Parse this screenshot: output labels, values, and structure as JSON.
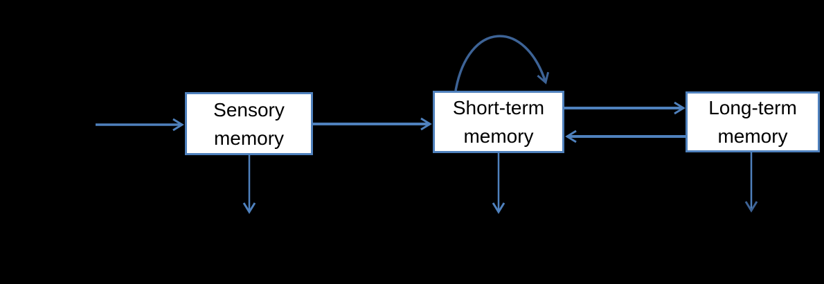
{
  "theme": {
    "bg": "#000000",
    "accent": "#4f81bd",
    "arc": "#3d6396",
    "node_fill": "#ffffff",
    "node_text": "#000000"
  },
  "diagram": {
    "type": "flow-diagram",
    "nodes": [
      {
        "id": "sensory-memory",
        "line1": "Sensory",
        "line2": "memory"
      },
      {
        "id": "short-term-memory",
        "line1": "Short-term",
        "line2": "memory"
      },
      {
        "id": "long-term-memory",
        "line1": "Long-term",
        "line2": "memory"
      }
    ],
    "edges": [
      {
        "id": "input-arrow",
        "from": "external-input",
        "to": "sensory-memory",
        "style": "straight-right"
      },
      {
        "id": "sensory-to-short-term-arrow",
        "from": "sensory-memory",
        "to": "short-term-memory",
        "style": "straight-right"
      },
      {
        "id": "short-term-to-long-term-arrow",
        "from": "short-term-memory",
        "to": "long-term-memory",
        "style": "straight-right"
      },
      {
        "id": "long-term-to-short-term-arrow",
        "from": "long-term-memory",
        "to": "short-term-memory",
        "style": "straight-left"
      },
      {
        "id": "rehearsal-loop-arrow",
        "from": "short-term-memory",
        "to": "short-term-memory",
        "style": "arc-loop"
      },
      {
        "id": "sensory-output-arrow",
        "from": "sensory-memory",
        "to": "external-below",
        "style": "straight-down"
      },
      {
        "id": "short-term-output-arrow",
        "from": "short-term-memory",
        "to": "external-below",
        "style": "straight-down"
      },
      {
        "id": "long-term-output-arrow",
        "from": "long-term-memory",
        "to": "external-below",
        "style": "straight-down"
      }
    ]
  }
}
